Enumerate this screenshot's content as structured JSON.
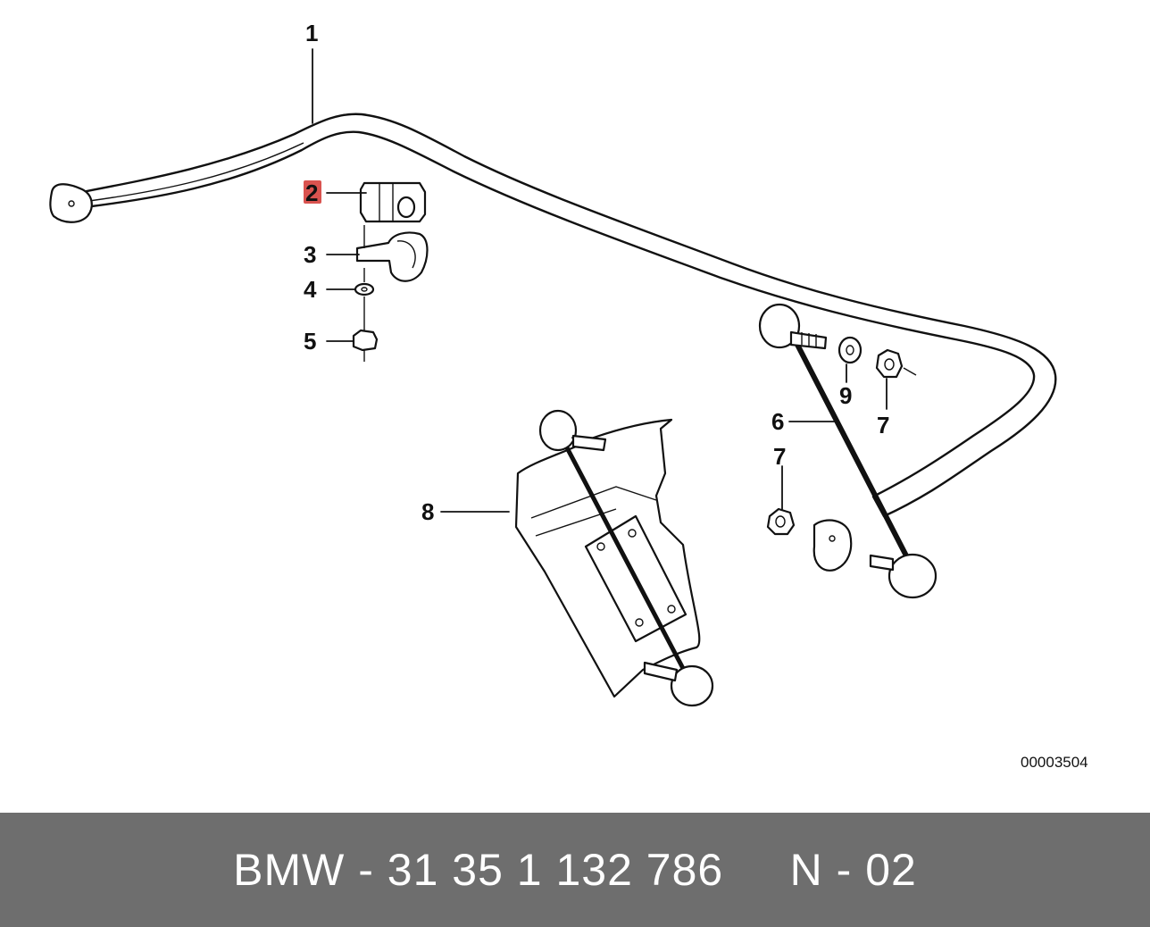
{
  "diagram": {
    "callouts": [
      "1",
      "2",
      "3",
      "4",
      "5",
      "6",
      "7",
      "7",
      "8",
      "9"
    ],
    "highlighted_callout": "2",
    "highlight_color": "#d9534f",
    "drawing_code": "00003504"
  },
  "footer": {
    "text": "BMW - 31 35 1 132 786     N - 02",
    "background": "#6e6e6e",
    "text_color": "#ffffff"
  }
}
